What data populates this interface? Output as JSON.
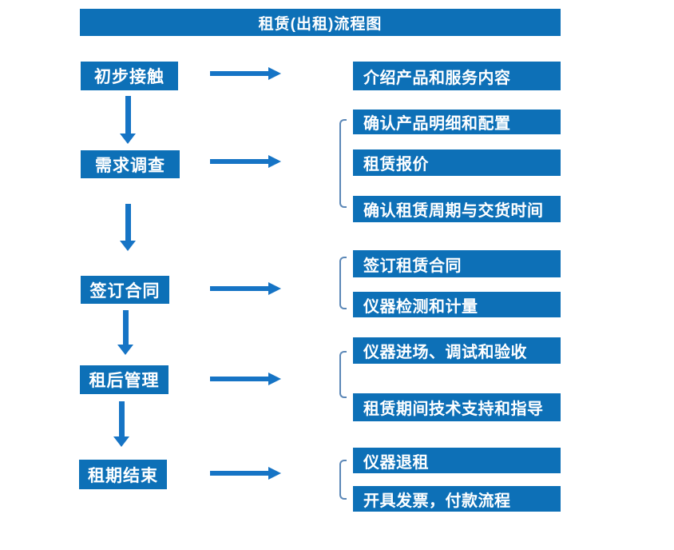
{
  "title": "租赁(出租)流程图",
  "colors": {
    "box_blue": "#0d70b7",
    "arrow_blue": "#1674c5",
    "bracket_blue": "#5b87b7",
    "text_white": "#ffffff"
  },
  "flow": {
    "steps": [
      {
        "label": "初步接触",
        "details": [
          "介绍产品和服务内容"
        ]
      },
      {
        "label": "需求调查",
        "details": [
          "确认产品明细和配置",
          "租赁报价",
          "确认租赁周期与交货时间"
        ]
      },
      {
        "label": "签订合同",
        "details": [
          "签订租赁合同",
          "仪器检测和计量"
        ]
      },
      {
        "label": "租后管理",
        "details": [
          "仪器进场、调试和验收",
          "租赁期间技术支持和指导"
        ]
      },
      {
        "label": "租期结束",
        "details": [
          "仪器退租",
          "开具发票，付款流程"
        ]
      }
    ]
  }
}
